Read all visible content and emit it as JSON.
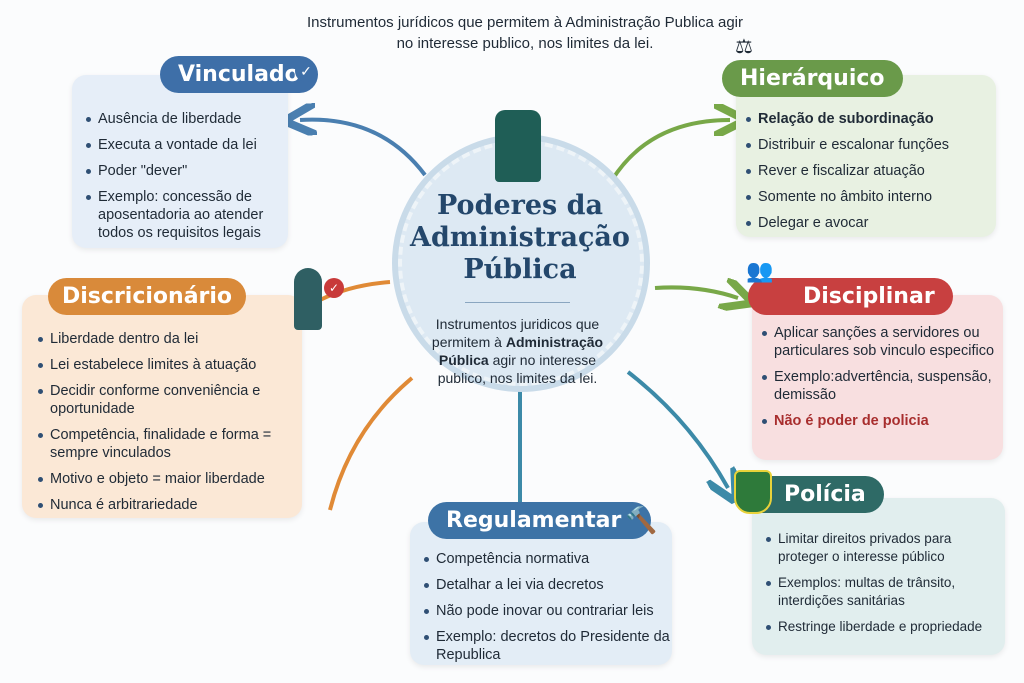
{
  "header": {
    "caption": "Instrumentos jurídicos que permitem à Administração Publica agir no interesse publico, nos limites da lei."
  },
  "center": {
    "title": "Poderes da Administração Pública",
    "subtitle_pre": "Instrumentos juridicos que permitem à ",
    "subtitle_bold": "Administração Pública",
    "subtitle_post": " agir no interesse publico, nos limites da lei."
  },
  "nodes": {
    "vinculado": {
      "label": "Vinculado",
      "items": [
        "Ausência de liberdade",
        "Executa a vontade da lei",
        "Poder \"dever\"",
        "Exemplo: concessão de aposentadoria ao atender todos os requisitos legais"
      ]
    },
    "hierarquico": {
      "label": "Hierárquico",
      "items": [
        "Relação de subordinação",
        "Distribuir e escalonar funções",
        "Rever e fiscalizar atuação",
        "Somente no âmbito interno",
        "Delegar e avocar"
      ]
    },
    "discricionario": {
      "label": "Discricionário",
      "items": [
        "Liberdade dentro da lei",
        "Lei estabelece limites à atuação",
        "Decidir conforme conveniência e oportunidade",
        "Competência, finalidade e forma = sempre vinculados",
        "Motivo e objeto = maior liberdade",
        "Nunca é arbitrariedade"
      ]
    },
    "disciplinar": {
      "label": "Disciplinar",
      "items": [
        "Aplicar sanções a servidores ou particulares sob vinculo especifico",
        "Exemplo:advertência, suspensão, demissão",
        "Não é poder de policia"
      ]
    },
    "policia": {
      "label": "Polícia",
      "items": [
        "Limitar direitos privados para proteger o interesse público",
        "Exemplos: multas de trânsito, interdições sanitárias",
        "Restringe  liberdade e propriedade"
      ]
    },
    "regulamentar": {
      "label": "Regulamentar",
      "items": [
        "Competência normativa",
        "Detalhar a lei via decretos",
        "Não pode inovar ou contrariar leis",
        "Exemplo: decretos do Presidente da Republica"
      ]
    }
  },
  "colors": {
    "blue": "#3e6fa8",
    "green": "#6a9a4a",
    "orange": "#d98a3a",
    "red": "#c84040",
    "teal": "#2e6a66"
  }
}
